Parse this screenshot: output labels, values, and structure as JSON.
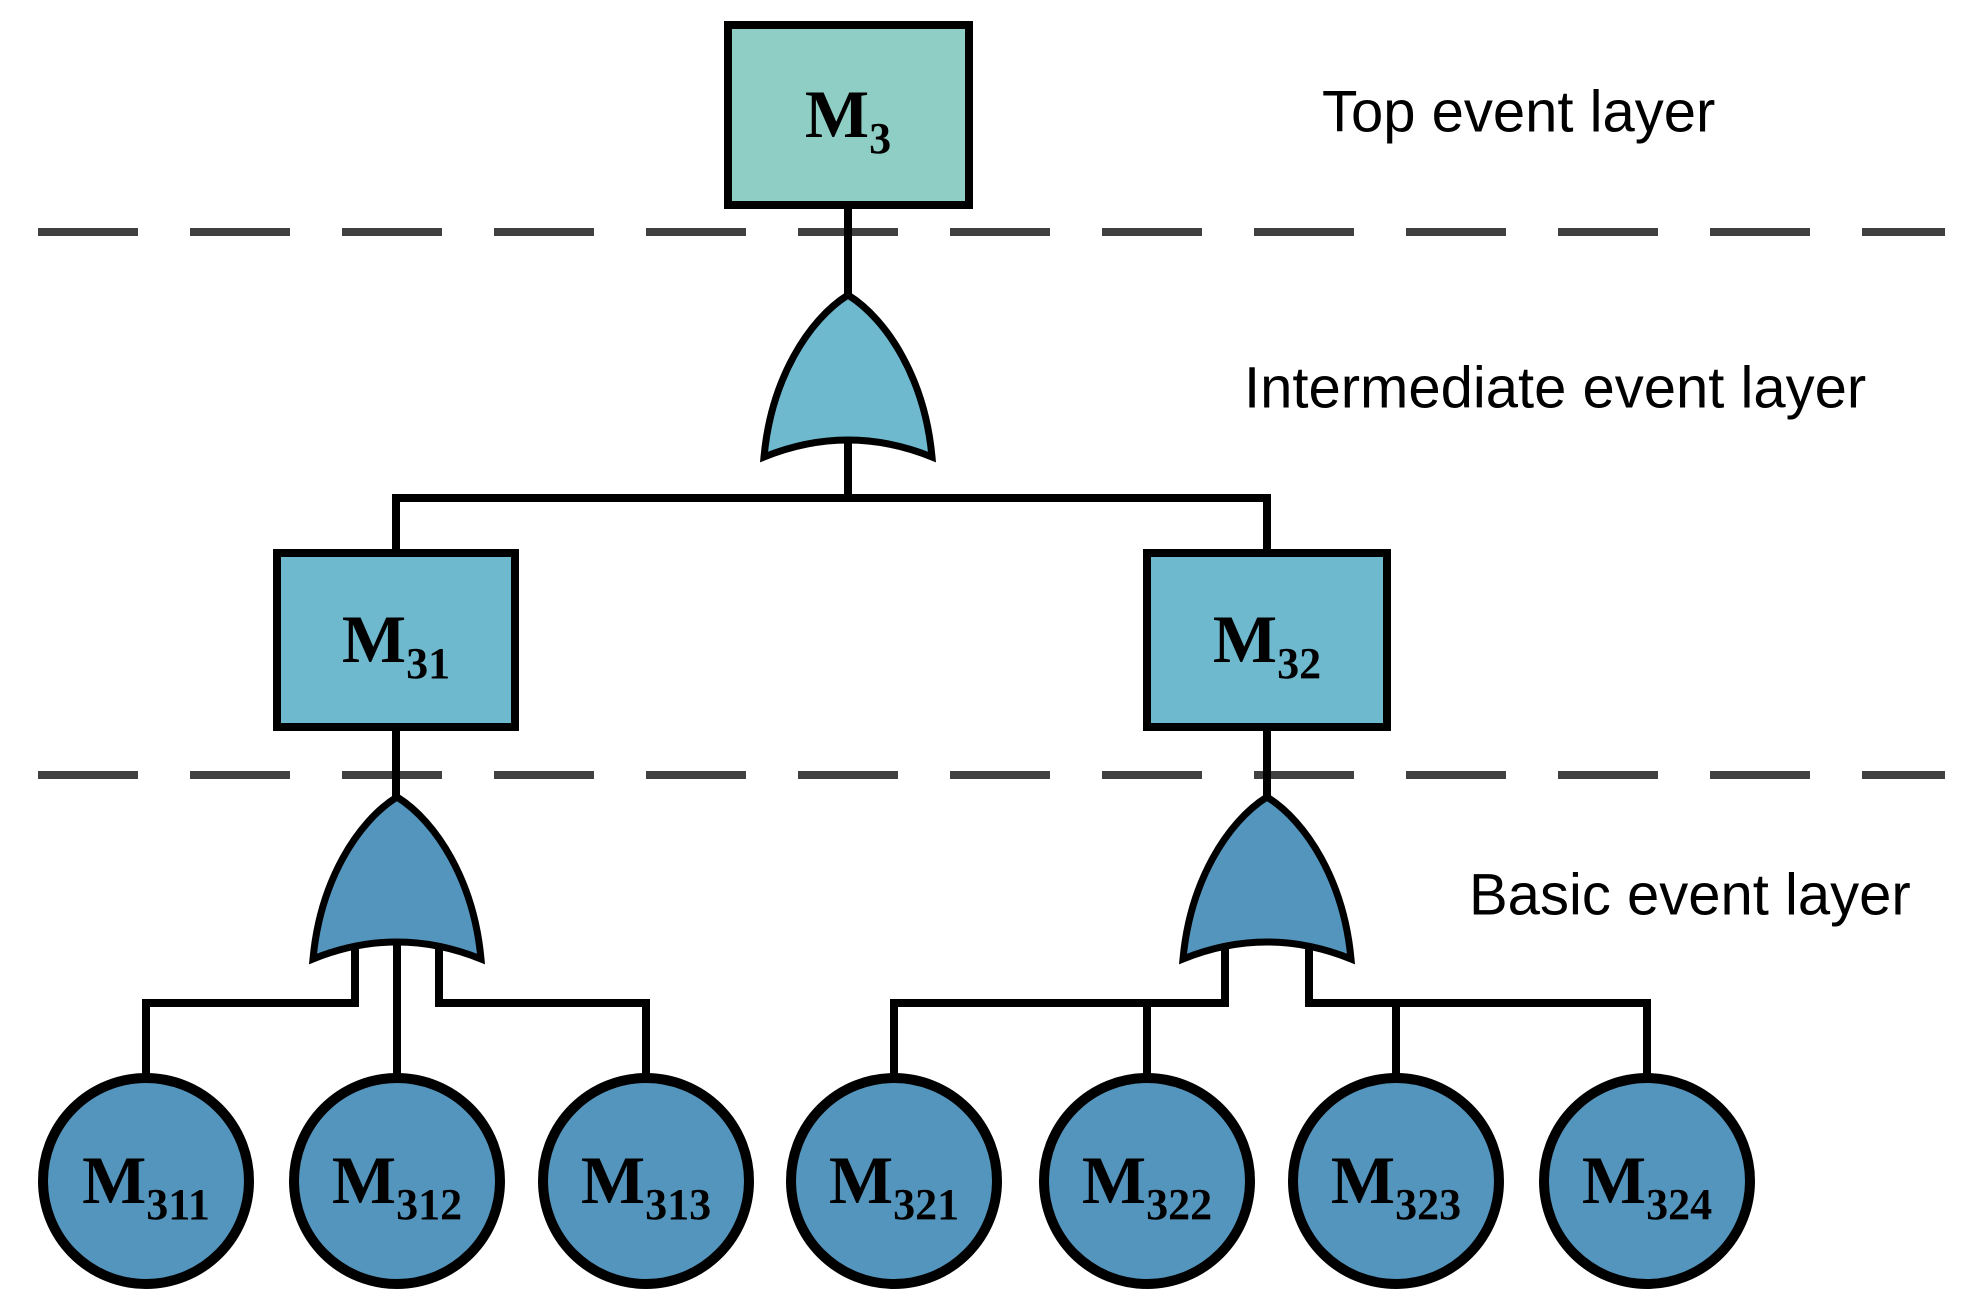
{
  "diagram": {
    "type": "fault-tree",
    "gate_type": "OR",
    "layer_labels": {
      "top": "Top event layer",
      "intermediate": "Intermediate event layer",
      "basic": "Basic event layer"
    },
    "nodes": {
      "m3": {
        "main": "M",
        "sub": "3"
      },
      "m31": {
        "main": "M",
        "sub": "31"
      },
      "m32": {
        "main": "M",
        "sub": "32"
      },
      "m311": {
        "main": "M",
        "sub": "311"
      },
      "m312": {
        "main": "M",
        "sub": "312"
      },
      "m313": {
        "main": "M",
        "sub": "313"
      },
      "m321": {
        "main": "M",
        "sub": "321"
      },
      "m322": {
        "main": "M",
        "sub": "322"
      },
      "m323": {
        "main": "M",
        "sub": "323"
      },
      "m324": {
        "main": "M",
        "sub": "324"
      }
    },
    "structure": {
      "M3": [
        "M31",
        "M32"
      ],
      "M31": [
        "M311",
        "M312",
        "M313"
      ],
      "M32": [
        "M321",
        "M322",
        "M323",
        "M324"
      ]
    }
  },
  "colors": {
    "top_event_fill": "#8FCEC5",
    "intermediate_fill": "#6FB9CF",
    "basic_fill": "#5495BD",
    "outline": "#000000",
    "divider_dash": "#404040",
    "background": "#FFFFFF"
  }
}
